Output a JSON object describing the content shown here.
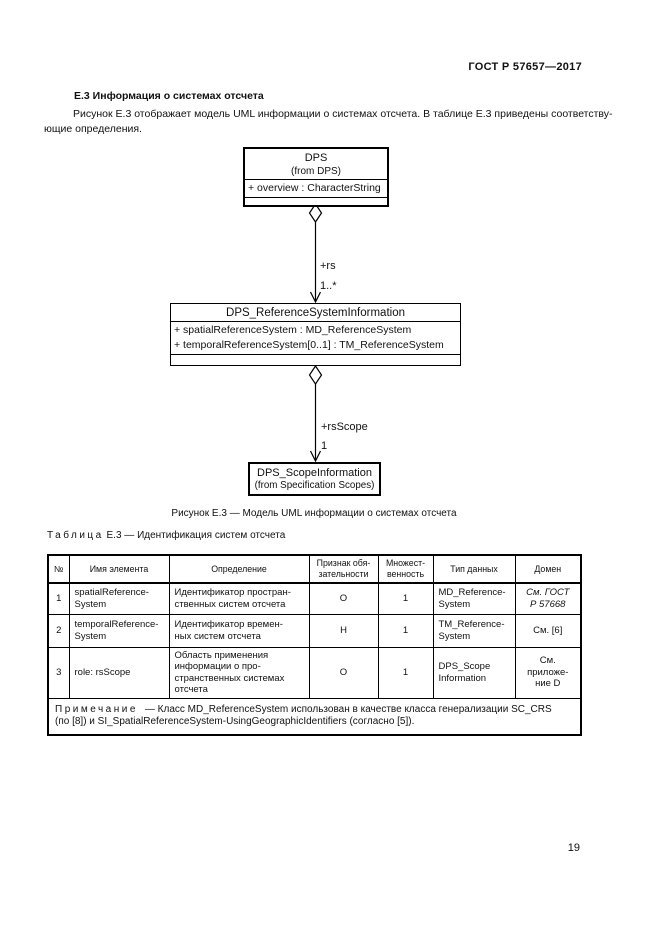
{
  "colors": {
    "ink": "#111111",
    "background": "#ffffff",
    "line": "#000000"
  },
  "header": {
    "doc_code": "ГОСТ Р 57657—2017"
  },
  "section": {
    "heading": "Е.3 Информация о системах отсчета",
    "paragraph_line1": "Рисунок Е.3 отображает модель UML информации о системах отсчета. В таблице Е.3 приведены соответству-",
    "paragraph_line2": "ющие определения."
  },
  "diagram": {
    "classes": [
      {
        "name": "DPS",
        "stereotype": "(from DPS)",
        "attributes": [
          "+ overview : CharacterString"
        ]
      },
      {
        "name": "DPS_ReferenceSystemInformation",
        "attributes": [
          "+ spatialReferenceSystem : MD_ReferenceSystem",
          "+ temporalReferenceSystem[0..1] : TM_ReferenceSystem"
        ]
      },
      {
        "name": "DPS_ScopeInformation",
        "stereotype": "(from Specification Scopes)"
      }
    ],
    "associations": [
      {
        "role": "+rs",
        "multiplicity": "1..*"
      },
      {
        "role": "+rsScope",
        "multiplicity": "1"
      }
    ]
  },
  "figure": {
    "caption": "Рисунок Е.3 — Модель UML информации о системах отсчета"
  },
  "table": {
    "title_word": "Таблица",
    "title_rest": "Е.3 — Идентификация систем отсчета",
    "columns": [
      "№",
      "Имя элемента",
      "Определение",
      "Признак обя-\nзательности",
      "Множест-\nвенность",
      "Тип данных",
      "Домен"
    ],
    "rows": [
      {
        "cells": [
          "1",
          "spatialReference-\nSystem",
          "Идентификатор простран-\nственных систем отсчета",
          "О",
          "1",
          "MD_Reference-\nSystem",
          "См. ГОСТ\nР 57668"
        ]
      },
      {
        "cells": [
          "2",
          "temporalReference-\nSystem",
          "Идентификатор времен-\nных систем отсчета",
          "Н",
          "1",
          "TM_Reference-\nSystem",
          "См. [6]"
        ]
      },
      {
        "cells": [
          "3",
          "role: rsScope",
          "Область применения\nинформации о про-\nстранственных системах\nотсчета",
          "О",
          "1",
          "DPS_Scope\nInformation",
          "См.\nприложе-\nние D"
        ]
      }
    ],
    "note_label": "Примечание",
    "note_rest1": "—  Класс MD_ReferenceSystem использован в качестве класса генерализации SC_CRS",
    "note_rest2": "(по [8]) и SI_SpatialReferenceSystem-UsingGeographicIdentifiers (согласно [5])."
  },
  "footer": {
    "page_number": "19"
  }
}
